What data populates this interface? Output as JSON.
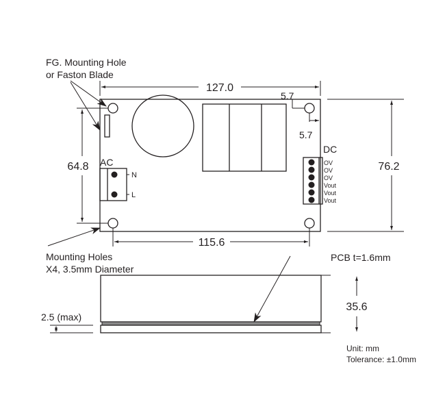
{
  "labels": {
    "fg_line1": "FG. Mounting Hole",
    "fg_line2": "or Faston Blade",
    "mount_line1": "Mounting Holes",
    "mount_line2": "X4, 3.5mm Diameter",
    "ac": "AC",
    "ac_n": "N",
    "ac_l": "L",
    "dc": "DC",
    "dc_pins": [
      "OV",
      "OV",
      "OV",
      "Vout",
      "Vout",
      "Vout"
    ],
    "pcb": "PCB t=1.6mm",
    "unit": "Unit: mm",
    "tolerance": "Tolerance: ±1.0mm"
  },
  "dimensions": {
    "length": "127.0",
    "hole_spacing_x": "115.6",
    "hole_spacing_y": "64.8",
    "width": "76.2",
    "hole_offset_top": "5.7",
    "hole_offset_side": "5.7",
    "height": "35.6",
    "pin_clearance": "2.5 (max)"
  },
  "colors": {
    "line": "#231f20",
    "pcb": "#8a8a8a"
  }
}
